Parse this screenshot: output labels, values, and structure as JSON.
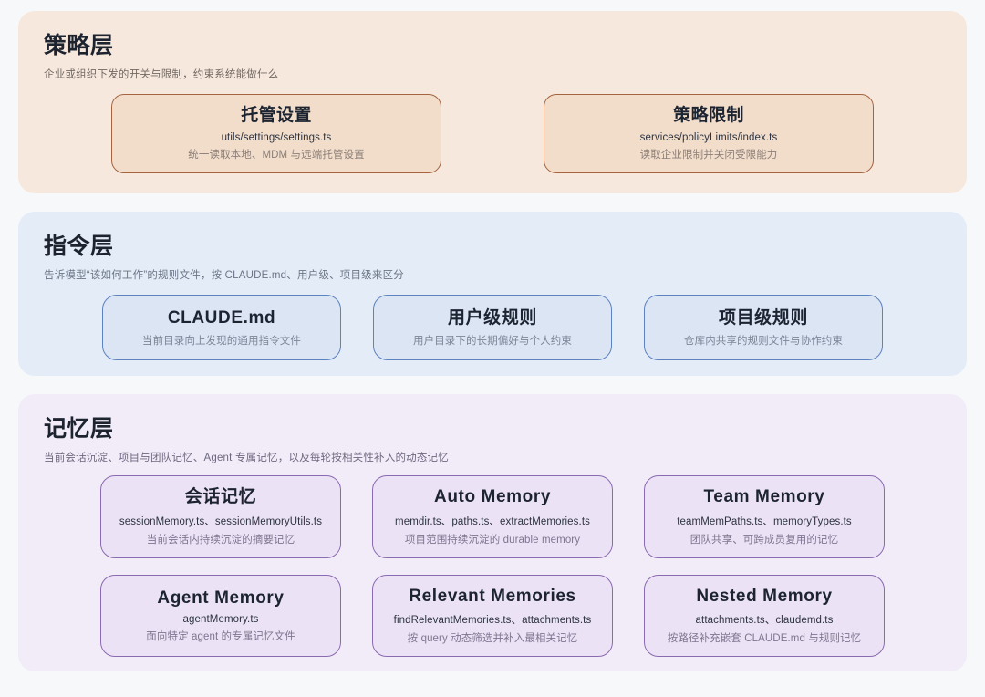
{
  "sections": [
    {
      "id": "policy-layer",
      "title": "策略层",
      "subtitle": "企业或组织下发的开关与限制，约束系统能做什么",
      "accent": "#a3643f",
      "panel_bg": "#f7e8dd",
      "card_bg": "#f2ddcb",
      "cards": [
        {
          "title": "托管设置",
          "file": "utils/settings/settings.ts",
          "desc": "统一读取本地、MDM 与远端托管设置"
        },
        {
          "title": "策略限制",
          "file": "services/policyLimits/index.ts",
          "desc": "读取企业限制并关闭受限能力"
        }
      ]
    },
    {
      "id": "instruction-layer",
      "title": "指令层",
      "subtitle": "告诉模型“该如何工作”的规则文件，按 CLAUDE.md、用户级、项目级来区分",
      "accent": "#5d82bf",
      "panel_bg": "#e4ecf8",
      "card_bg": "#dbe5f4",
      "cards": [
        {
          "title": "CLAUDE.md",
          "file": "",
          "desc": "当前目录向上发现的通用指令文件"
        },
        {
          "title": "用户级规则",
          "file": "",
          "desc": "用户目录下的长期偏好与个人约束"
        },
        {
          "title": "项目级规则",
          "file": "",
          "desc": "仓库内共享的规则文件与协作约束"
        }
      ]
    },
    {
      "id": "memory-layer",
      "title": "记忆层",
      "subtitle": "当前会话沉淀、项目与团队记忆、Agent 专属记忆，以及每轮按相关性补入的动态记忆",
      "accent": "#8a6ab0",
      "panel_bg": "#f1ecf8",
      "card_bg": "#ece2f5",
      "cards": [
        {
          "title": "会话记忆",
          "file": "sessionMemory.ts、sessionMemoryUtils.ts",
          "desc": "当前会话内持续沉淀的摘要记忆"
        },
        {
          "title": "Auto Memory",
          "file": "memdir.ts、paths.ts、extractMemories.ts",
          "desc": "项目范围持续沉淀的 durable memory"
        },
        {
          "title": "Team Memory",
          "file": "teamMemPaths.ts、memoryTypes.ts",
          "desc": "团队共享、可跨成员复用的记忆"
        },
        {
          "title": "Agent Memory",
          "file": "agentMemory.ts",
          "desc": "面向特定 agent 的专属记忆文件"
        },
        {
          "title": "Relevant Memories",
          "file": "findRelevantMemories.ts、attachments.ts",
          "desc": "按 query 动态筛选并补入最相关记忆"
        },
        {
          "title": "Nested Memory",
          "file": "attachments.ts、claudemd.ts",
          "desc": "按路径补充嵌套 CLAUDE.md 与规则记忆"
        }
      ]
    }
  ],
  "page": {
    "background": "#f7f8fa"
  }
}
